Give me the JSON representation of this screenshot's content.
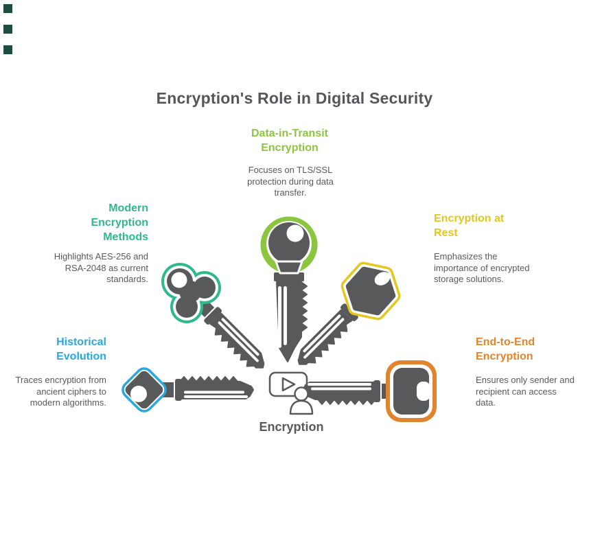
{
  "page": {
    "title": "Encryption's Role in Digital Security",
    "center_label": "Encryption",
    "center_icons": [
      "video-play-icon",
      "person-icon"
    ]
  },
  "colors": {
    "gray": "#58595B",
    "green": "#8CC63F",
    "teal": "#2DBA88",
    "yellow": "#E5C61C",
    "blue": "#29A8E0",
    "orange": "#E2842D",
    "corner_square": "#1B4F42",
    "text": "#58595B"
  },
  "decorations": {
    "corner_squares_count": 3,
    "corner_square_color": "#1B4F42"
  },
  "topics": [
    {
      "id": "data-in-transit",
      "label": "Data-in-Transit\nEncryption",
      "description": "Focuses on TLS/SSL\nprotection during data\ntransfer.",
      "color": "#8CC63F",
      "icon": "key-icon",
      "position": "top-center"
    },
    {
      "id": "modern-methods",
      "label": "Modern\nEncryption\nMethods",
      "description": "Highlights AES-256 and\nRSA-2048 as current\nstandards.",
      "color": "#2DBA88",
      "icon": "key-icon",
      "position": "upper-left"
    },
    {
      "id": "encryption-at-rest",
      "label": "Encryption at\nRest",
      "description": "Emphasizes the\nimportance of encrypted\nstorage solutions.",
      "color": "#E5C61C",
      "icon": "key-icon",
      "position": "upper-right"
    },
    {
      "id": "historical-evolution",
      "label": "Historical\nEvolution",
      "description": "Traces encryption from\nancient ciphers to\nmodern algorithms.",
      "color": "#29A8E0",
      "icon": "key-icon",
      "position": "lower-left"
    },
    {
      "id": "end-to-end",
      "label": "End-to-End\nEncryption",
      "description": "Ensures only sender and\nrecipient can access\ndata.",
      "color": "#E2842D",
      "icon": "key-icon",
      "position": "lower-right"
    }
  ]
}
